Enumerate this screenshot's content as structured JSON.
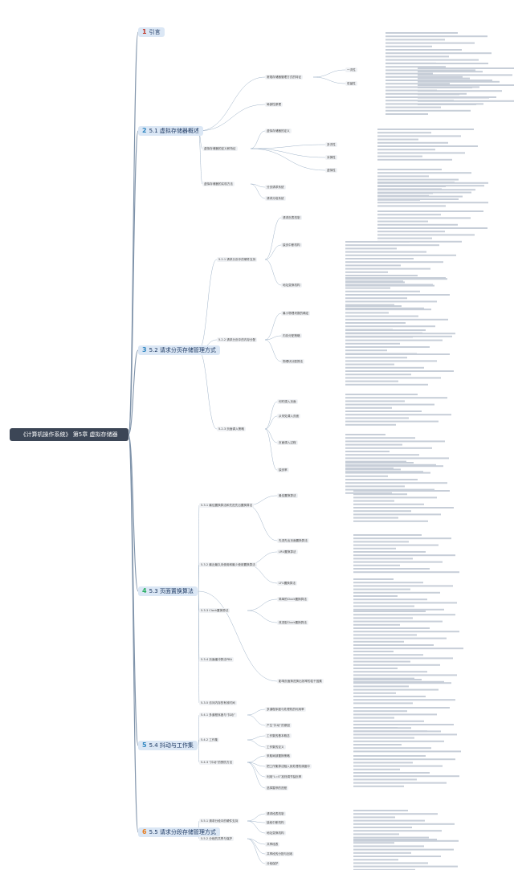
{
  "root": "《计算机操作系统》 第5章 虚拟存储器",
  "colors": {
    "c1": "#c0392b",
    "c2": "#2e86c1",
    "c3": "#2e86c1",
    "c4": "#27ae60",
    "c5": "#2e86c1",
    "c6": "#e67e22",
    "line": "#9fb3c8",
    "root_bg": "#3c4656"
  },
  "sections": [
    {
      "num": "1",
      "label": "引言",
      "color": "#c0392b",
      "bg": "#dbe7f5"
    },
    {
      "num": "2",
      "label": "5.1 虚拟存储器概述",
      "color": "#2e86c1",
      "bg": "#dbe7f5"
    },
    {
      "num": "3",
      "label": "5.2 请求分页存储管理方式",
      "color": "#2e86c1",
      "bg": "#dbe7f5"
    },
    {
      "num": "4",
      "label": "5.3 页面置换算法",
      "color": "#27ae60",
      "bg": "#dbe7f5"
    },
    {
      "num": "5",
      "label": "5.4 抖动与工作集",
      "color": "#2e86c1",
      "bg": "#dbe7f5"
    },
    {
      "num": "6",
      "label": "5.5 请求分段存储管理方式",
      "color": "#e67e22",
      "bg": "#dbe7f5"
    }
  ],
  "nodes": [
    "常规存储器管理方式的特征",
    "一次性",
    "驻留性",
    "局部性原理",
    "虚拟存储器的定义和特征",
    "虚拟存储器的定义",
    "多次性",
    "对换性",
    "虚拟性",
    "虚拟存储器的实现方法",
    "分页请求系统",
    "请求分段系统",
    "5.2.1 请求分页中的硬件支持",
    "请求页表机制",
    "缺页中断机构",
    "地址变换机构",
    "5.2.2 请求分页中的内存分配",
    "最小物理块数的确定",
    "内存分配策略",
    "物理块分配算法",
    "5.2.3 页面调入策略",
    "何时调入页面",
    "从何处调入页面",
    "页面调入过程",
    "缺页率",
    "5.3.1 最佳置换算法和先进先出置换算法",
    "最佳置换算法",
    "先进先出页面置换算法",
    "5.3.2 最近最久未使用和最少使用置换算法",
    "LRU置换算法",
    "LFU置换算法",
    "5.3.3 Clock置换算法",
    "简单的Clock置换算法",
    "改进型Clock置换算法",
    "5.3.4 页面缓冲算法PBA",
    "影响页面换进换出效率的若干因素",
    "5.3.5 访问内存的有效时间",
    "5.4.1 多道程序度与“抖动”",
    "多道程序度与处理机的利用率",
    "产生“抖动”的原因",
    "5.4.2 工作集",
    "工作集的基本概念",
    "工作集的定义",
    "5.4.3 “抖动”的预防方法",
    "采取局部置换策略",
    "把工作集算法融入到处理机调度中",
    "利用“L=S”准则调节缺页率",
    "选择暂停的进程",
    "5.5.1 请求分段中的硬件支持",
    "请求段表机制",
    "缺段中断机构",
    "地址变换机构",
    "5.5.2 分段的共享与保护",
    "共享段表",
    "共享段的分配与回收",
    "分段保护"
  ]
}
